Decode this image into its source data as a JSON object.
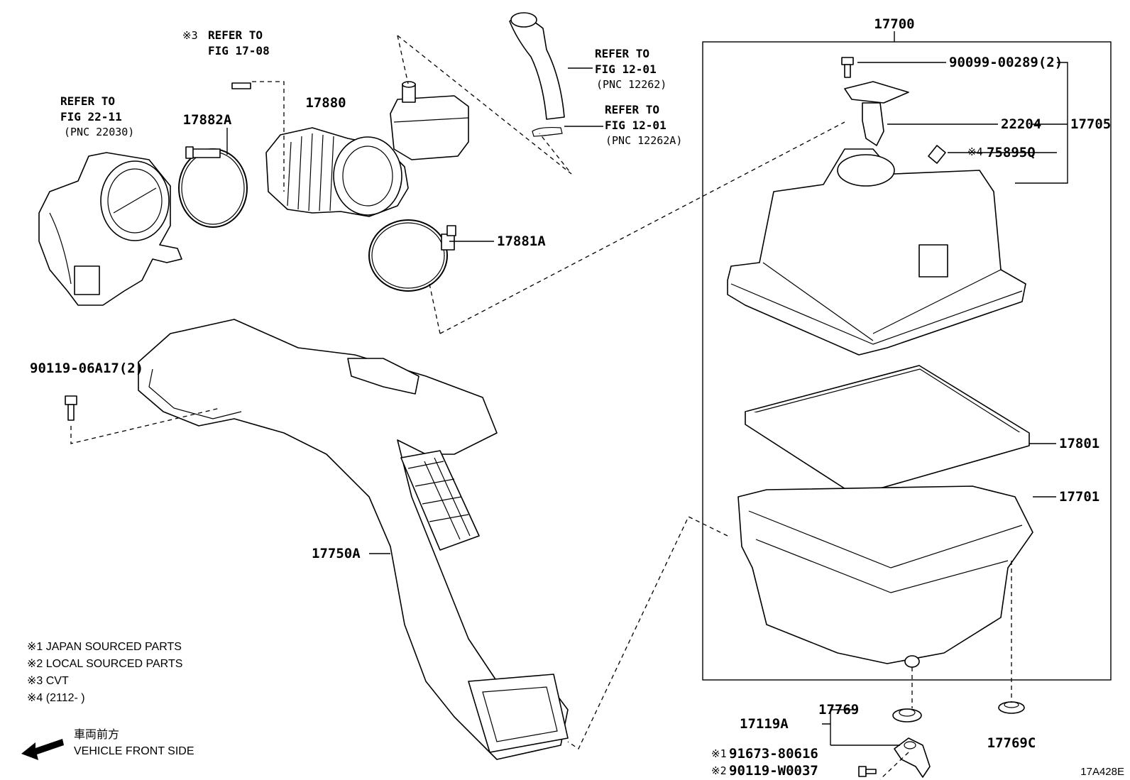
{
  "callouts": {
    "c17700": "17700",
    "c90099": "90099-00289(2)",
    "c22204": "22204",
    "c17705": "17705",
    "c75895q_mark": "※4",
    "c75895q": "75895Q",
    "c17801": "17801",
    "c17701": "17701",
    "c17769": "17769",
    "c17119a": "17119A",
    "c17769c": "17769C",
    "c91673_mark": "※1",
    "c91673": "91673-80616",
    "c90119w_mark": "※2",
    "c90119w": "90119-W0037",
    "c17880": "17880",
    "c17882a": "17882A",
    "c17881a": "17881A",
    "c17750a": "17750A",
    "c90119a": "90119-06A17(2)"
  },
  "refs": {
    "ref3_mark": "※3",
    "ref3_line1": "REFER TO",
    "ref3_line2": "FIG 17-08",
    "ref22_line1": "REFER TO",
    "ref22_line2": "FIG 22-11",
    "ref22_line3": "(PNC 22030)",
    "ref12a_line1": "REFER TO",
    "ref12a_line2": "FIG 12-01",
    "ref12a_line3": "(PNC 12262)",
    "ref12b_line1": "REFER TO",
    "ref12b_line2": "FIG 12-01",
    "ref12b_line3": "(PNC 12262A)"
  },
  "legend": {
    "n1": "※1 JAPAN SOURCED PARTS",
    "n2": "※2 LOCAL SOURCED PARTS",
    "n3": "※3  CVT",
    "n4": "※4 (2112-       )"
  },
  "direction": {
    "jp": "車両前方",
    "en": "VEHICLE FRONT SIDE"
  },
  "figure_id": "17A428E"
}
